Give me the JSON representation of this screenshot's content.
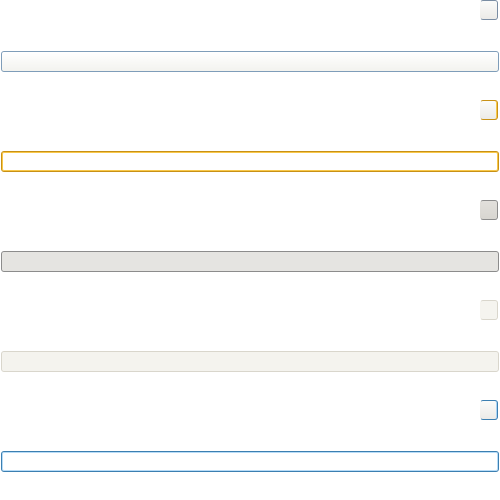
{
  "window": {
    "title": ""
  },
  "controls": [
    {
      "state": "normal",
      "value": "",
      "placeholder": "",
      "accent": "#7f9db9"
    },
    {
      "state": "hot",
      "value": "",
      "placeholder": "",
      "accent": "#c89116"
    },
    {
      "state": "pressed",
      "value": "",
      "placeholder": "",
      "accent": "#8c8c8c"
    },
    {
      "state": "disabled",
      "value": "",
      "placeholder": "",
      "accent": "#d9d6cc"
    },
    {
      "state": "focused",
      "value": "",
      "placeholder": "",
      "accent": "#3c7fb1"
    }
  ],
  "colors": {
    "background": "#ffffff"
  }
}
